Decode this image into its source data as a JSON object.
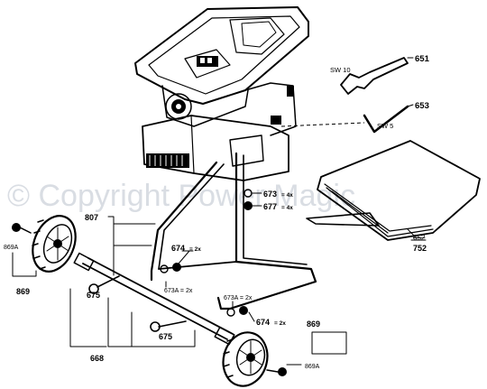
{
  "watermark": "© Copyright Power Magic",
  "callouts": {
    "p651": "651",
    "sw10": "SW 10",
    "p653": "653",
    "sw5": "SW 5",
    "p673": "673",
    "p673_qty": "= 4x",
    "p677": "677",
    "p677_qty": "= 4x",
    "p807": "807",
    "p674_top": "674",
    "p674_top_qty": "= 2x",
    "p673a_left": "673A = 2x",
    "p673a_right": "673A = 2x",
    "p674_bottom": "674",
    "p674_bottom_qty": "= 2x",
    "p869a_left": "869A",
    "p869_left": "869",
    "p675_left": "675",
    "p675_bottom": "675",
    "p668": "668",
    "p869_right": "869",
    "p869a_right": "869A",
    "p652": "652",
    "p752": "752"
  }
}
